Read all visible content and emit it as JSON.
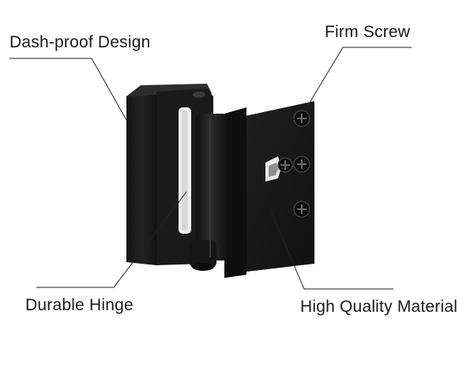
{
  "callouts": {
    "dash_proof": "Dash-proof Design",
    "firm_screw": "Firm Screw",
    "durable_hinge": "Durable Hinge",
    "high_quality_material": "High Quality Material"
  },
  "colors": {
    "background": "#ffffff",
    "product_body": "#1c1c1c",
    "product_shadow": "#0d0d0d",
    "product_highlight": "#3a3a3a",
    "leader_line": "#222222",
    "label_text": "#1a1a1a"
  }
}
